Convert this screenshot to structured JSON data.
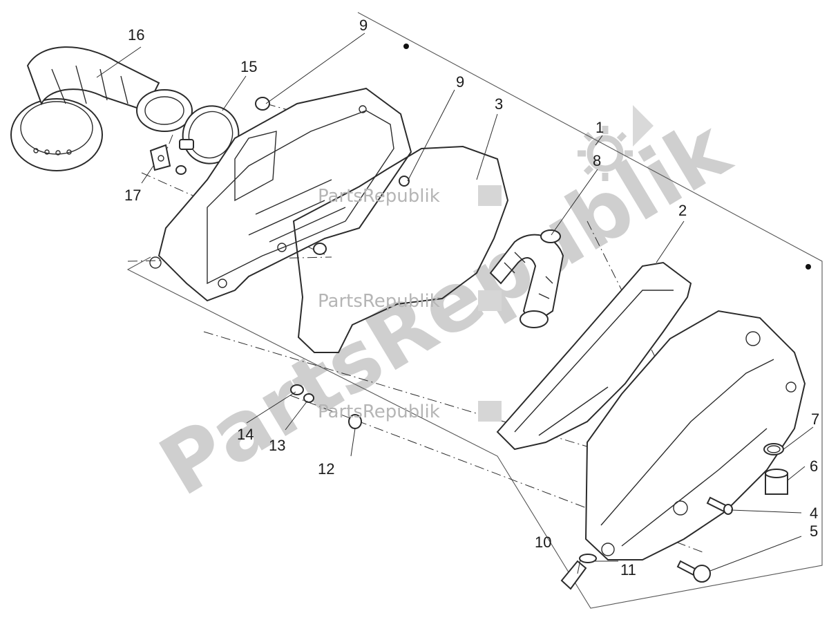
{
  "watermark": {
    "brand_small": "PartsRepublik",
    "brand_large": "PartsRepublik"
  },
  "callouts": [
    "1",
    "2",
    "3",
    "4",
    "5",
    "6",
    "7",
    "8",
    "9",
    "9",
    "10",
    "11",
    "12",
    "13",
    "14",
    "15",
    "16",
    "17"
  ]
}
